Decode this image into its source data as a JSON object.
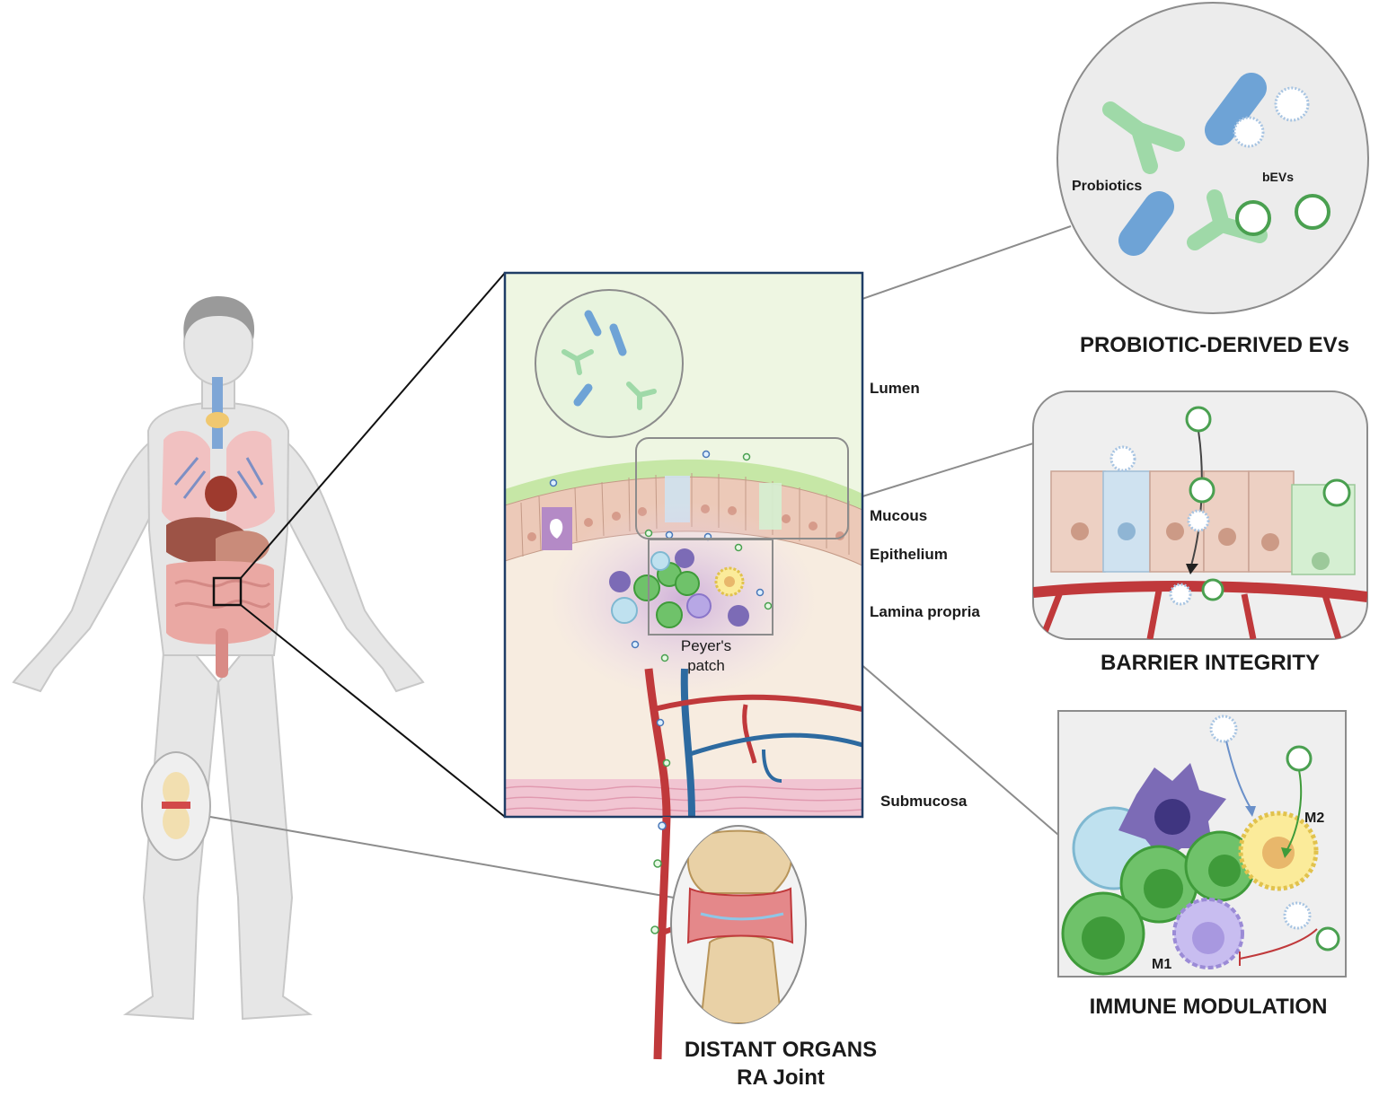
{
  "zoom_labels": {
    "lumen": "Lumen",
    "mucous": "Mucous",
    "epithelium": "Epithelium",
    "lamina_propria": "Lamina propria",
    "submucosa": "Submucosa",
    "peyers_patch_line1": "Peyer's",
    "peyers_patch_line2": "patch"
  },
  "panel_probiotic": {
    "title": "PROBIOTIC-DERIVED EVs",
    "probiotics_label": "Probiotics",
    "bevs_label": "bEVs"
  },
  "panel_barrier": {
    "title": "BARRIER INTEGRITY"
  },
  "panel_immune": {
    "title": "IMMUNE MODULATION",
    "m1_label": "M1",
    "m2_label": "M2"
  },
  "joint": {
    "title_line1": "DISTANT ORGANS",
    "title_line2": "RA Joint"
  },
  "colors": {
    "lumen": "#eef6e2",
    "lamina": "#f7ece0",
    "vessel_red": "#c0393b",
    "vessel_blue": "#2d6aa0",
    "probiotic_green": "#9fd9a8",
    "bacteria_blue": "#6ea3d6",
    "panel_grey": "#efefef",
    "body_grey": "#e4e4e4"
  }
}
